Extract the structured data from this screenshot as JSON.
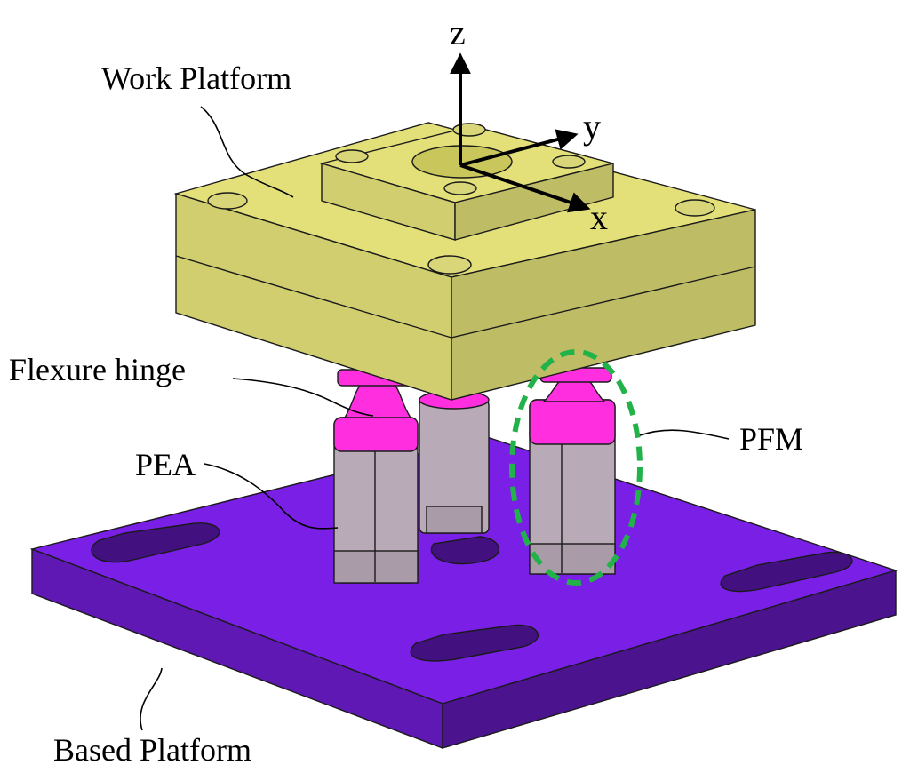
{
  "labels": {
    "work_platform": "Work Platform",
    "flexure_hinge": "Flexure hinge",
    "pea": "PEA",
    "pfm": "PFM",
    "based_platform": "Based Platform"
  },
  "axes": {
    "z": "z",
    "y": "y",
    "x": "x"
  },
  "colors": {
    "work_platform": "#e3e07a",
    "based_platform": "#7a1fe6",
    "flexure_hinge": "#ff2fe0",
    "actuator": "#b8aab7",
    "highlight": "#22b24a"
  }
}
